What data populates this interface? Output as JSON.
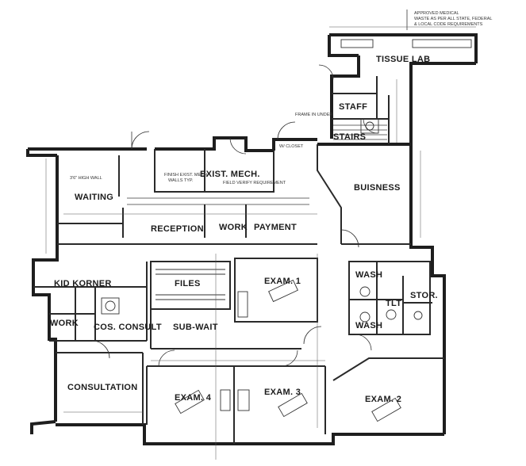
{
  "plan": {
    "header_note": [
      "APPROVED MEDICAL",
      "WASTE AS PER ALL STATE, FEDERAL",
      "& LOCAL CODE REQUIREMENTS"
    ],
    "rooms": {
      "tissue_lab": "TISSUE LAB",
      "staff": "STAFF",
      "stairs": "STAIRS",
      "exist_mech": "EXIST. MECH.",
      "waiting": "WAITING",
      "buisness": "BUISNESS",
      "reception": "RECEPTION",
      "work_top": "WORK",
      "payment": "PAYMENT",
      "kid_korner": "KID KORNER",
      "files": "FILES",
      "exam_1": "EXAM. 1",
      "wash_top": "WASH",
      "stor": "STOR.",
      "tlt": "TLT",
      "wash_bottom": "WASH",
      "work_left": "WORK",
      "cos_consult": "COS. CONSULT",
      "sub_wait": "SUB-WAIT",
      "consultation": "CONSULTATION",
      "exam_4": "EXAM. 4",
      "exam_3": "EXAM. 3",
      "exam_2": "EXAM. 2"
    },
    "notes": {
      "half_wall": "3'6\" HIGH WALL",
      "mech_note_1": "FINISH EXIST. MECH",
      "mech_note_2": "WALLS TYP.",
      "field_verify": "FIELD VERIFY REQUIREMENT",
      "frame_note": "FRAME IN UNDER",
      "closet": "W/ CLOSET"
    }
  }
}
